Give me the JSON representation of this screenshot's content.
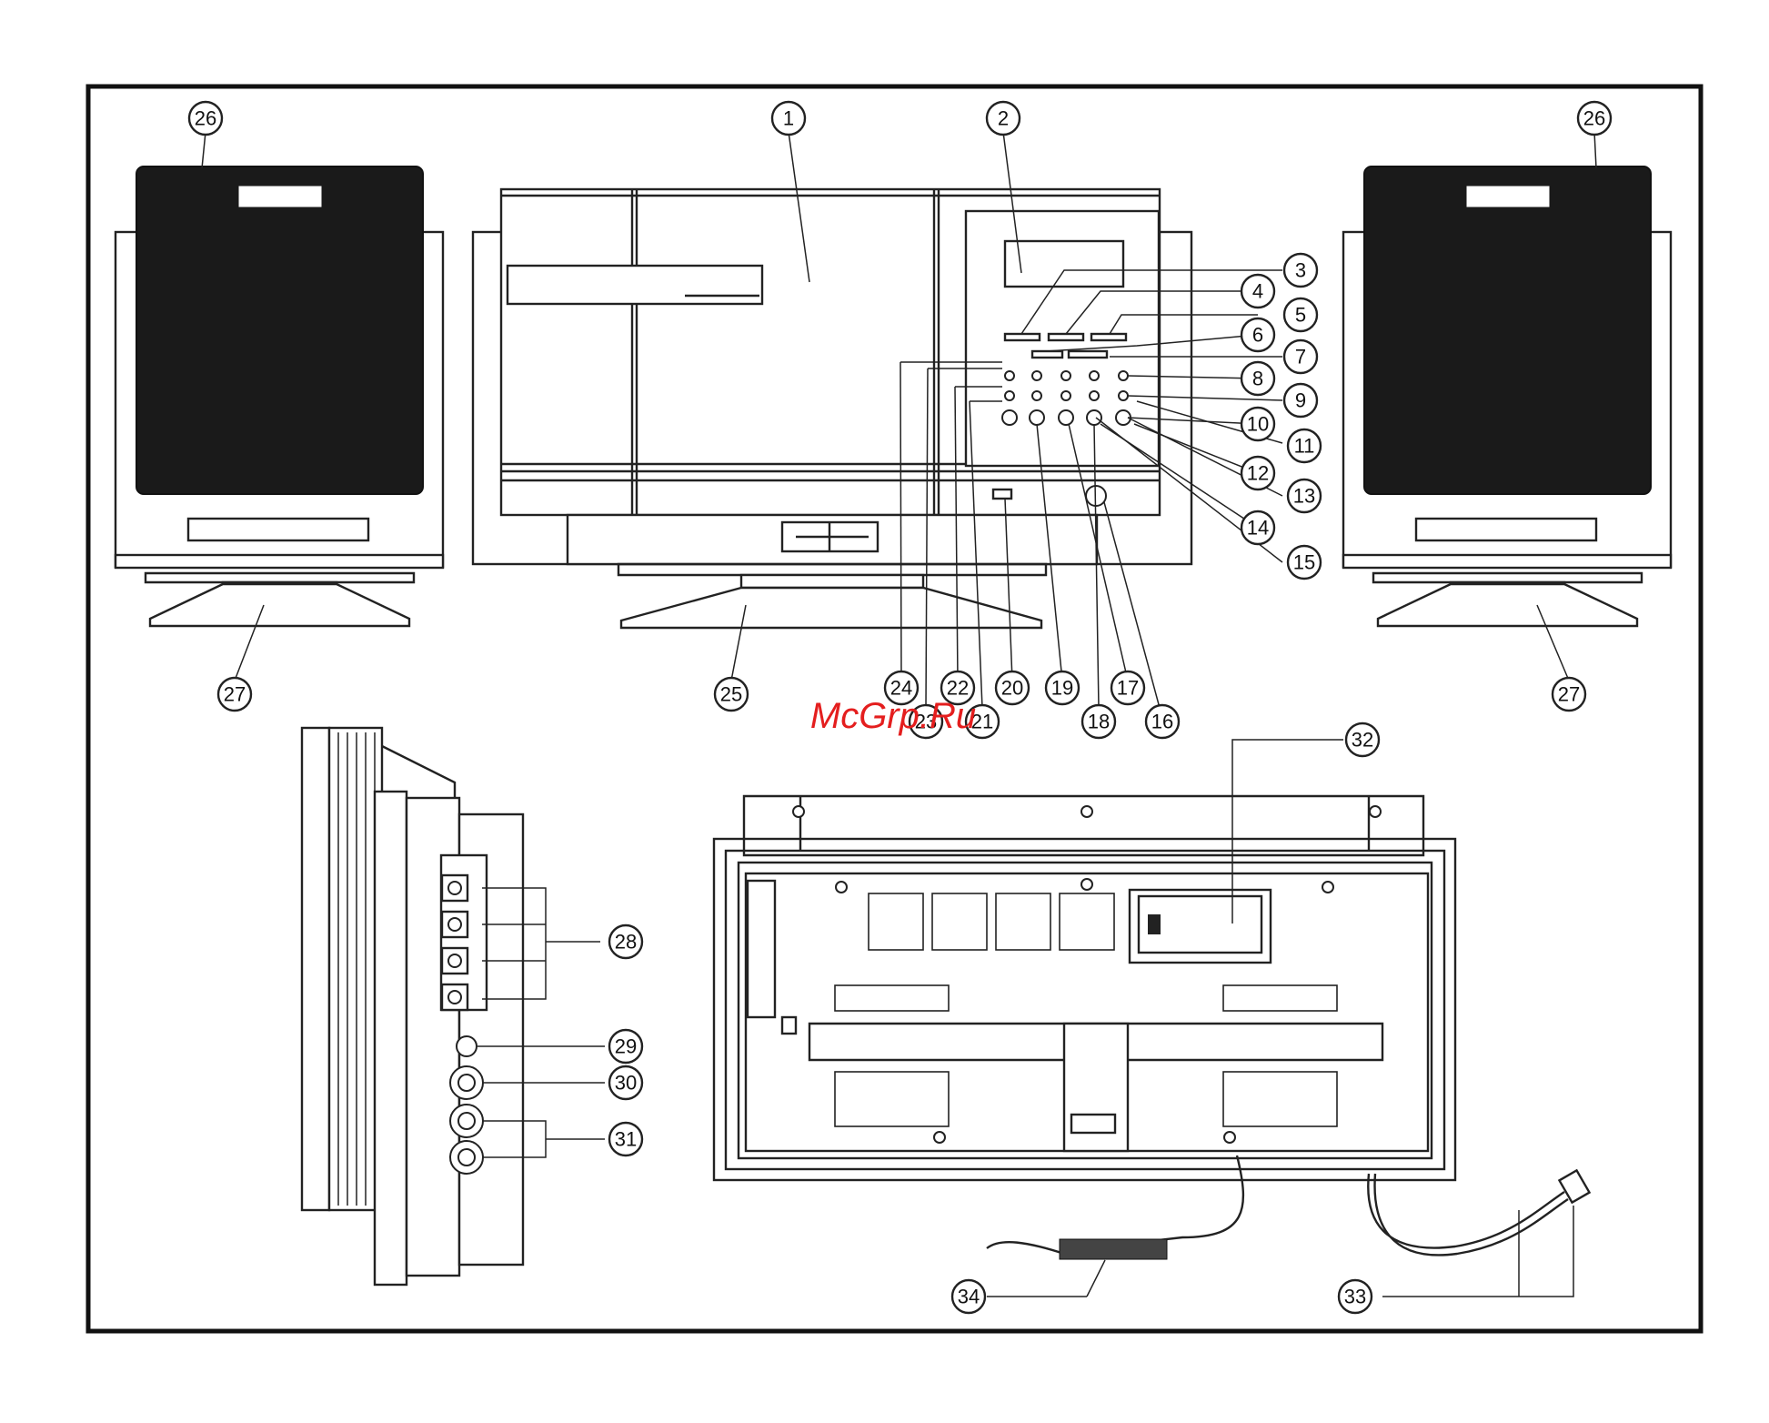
{
  "watermark": "McGrp.Ru",
  "callouts": [
    {
      "label": "1"
    },
    {
      "label": "2"
    },
    {
      "label": "3"
    },
    {
      "label": "4"
    },
    {
      "label": "5"
    },
    {
      "label": "6"
    },
    {
      "label": "7"
    },
    {
      "label": "8"
    },
    {
      "label": "9"
    },
    {
      "label": "10"
    },
    {
      "label": "11"
    },
    {
      "label": "12"
    },
    {
      "label": "13"
    },
    {
      "label": "14"
    },
    {
      "label": "15"
    },
    {
      "label": "16"
    },
    {
      "label": "17"
    },
    {
      "label": "18"
    },
    {
      "label": "19"
    },
    {
      "label": "20"
    },
    {
      "label": "21"
    },
    {
      "label": "22"
    },
    {
      "label": "23"
    },
    {
      "label": "24"
    },
    {
      "label": "25"
    },
    {
      "label": "26"
    },
    {
      "label": "26"
    },
    {
      "label": "27"
    },
    {
      "label": "27"
    },
    {
      "label": "28"
    },
    {
      "label": "29"
    },
    {
      "label": "30"
    },
    {
      "label": "31"
    },
    {
      "label": "32"
    },
    {
      "label": "33"
    },
    {
      "label": "34"
    }
  ]
}
